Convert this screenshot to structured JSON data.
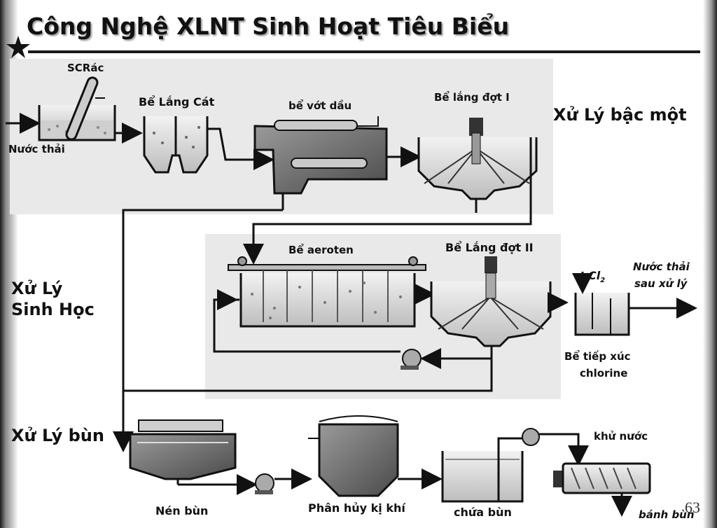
{
  "title": "Công Nghệ XLNT Sinh Hoạt Tiêu Biểu",
  "page_number": "63",
  "sections": {
    "primary": "Xử Lý bậc một",
    "biological_line1": "Xử Lý",
    "biological_line2": "Sinh Học",
    "sludge": "Xử Lý bùn"
  },
  "units": {
    "screen": "SCRác",
    "inlet": "Nước thải",
    "grit": "Bể Lắng Cát",
    "oil": "bể vớt dầu",
    "primary_clarifier": "Bể lắng đợt I",
    "aeration": "Bể aeroten",
    "secondary_clarifier": "Bể Lắng đợt II",
    "chlorine_symbol": "Cl",
    "chlorine_sub": "2",
    "outlet_line1": "Nước thải",
    "outlet_line2": "sau xử lý",
    "contact_line1": "Bể tiếp xúc",
    "contact_line2": "chlorine",
    "thickener": "Nén bùn",
    "digester": "Phân hủy kị khí",
    "sludge_storage": "chứa bùn",
    "dewatering": "khử nước",
    "cake": "bánh bùn"
  },
  "colors": {
    "panel": "#e9e9e9",
    "line": "#111111",
    "tank_fill": "#d6d6d6",
    "tank_dark": "#6a6a6a"
  }
}
